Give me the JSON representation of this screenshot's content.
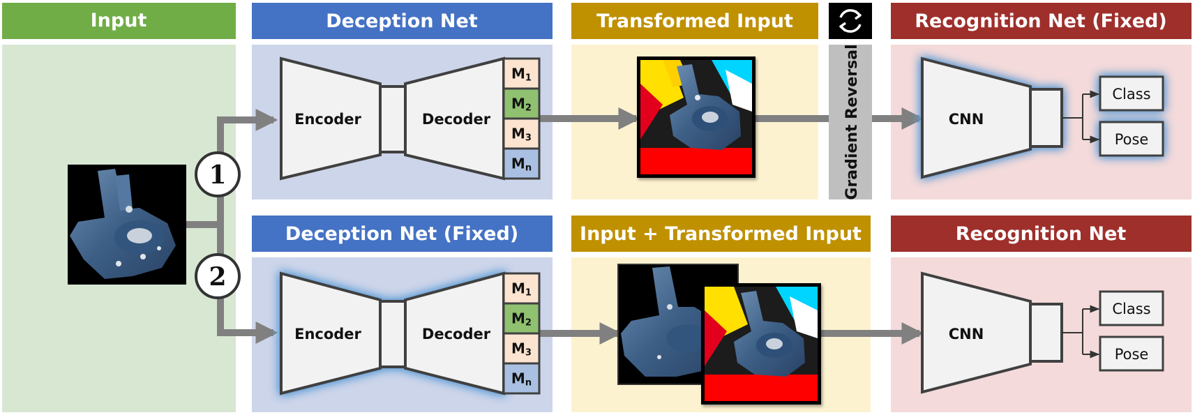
{
  "headers": {
    "input": "Input",
    "deception_net": "Deception Net",
    "transformed_input": "Transformed Input",
    "recognition_net_fixed": "Recognition Net (Fixed)",
    "deception_net_fixed": "Deception Net (Fixed)",
    "input_plus_transformed": "Input + Transformed Input",
    "recognition_net": "Recognition Net"
  },
  "labels": {
    "encoder": "Encoder",
    "decoder": "Decoder",
    "cnn": "CNN",
    "class": "Class",
    "pose": "Pose",
    "gradient_reversal": "Gradient Reversal",
    "step_1": "1",
    "step_2": "2"
  },
  "modules": [
    {
      "letter": "M",
      "sub": "1",
      "color": "#fce4d0"
    },
    {
      "letter": "M",
      "sub": "2",
      "color": "#8fc170"
    },
    {
      "letter": "M",
      "sub": "3",
      "color": "#fce4d0"
    },
    {
      "letter": "M",
      "sub": "n",
      "color": "#a9c0e2"
    }
  ],
  "icons": {
    "gradient_reversal": "refresh-cycle-icon",
    "input_image": "object-photo",
    "transformed_image": "color-distorted-photo"
  },
  "colors": {
    "input_header": "#70ad47",
    "input_panel": "#d8e7d2",
    "deception_header": "#4472c4",
    "deception_panel": "#cdd5ea",
    "transformed_header": "#bf9000",
    "transformed_panel": "#fdf2d0",
    "recognition_header": "#9e2f2b",
    "recognition_panel": "#f4dada",
    "arrow": "#7f7f7f",
    "gradient_reversal_bar": "#bfbfbf",
    "glow": "#5b9bd5"
  }
}
